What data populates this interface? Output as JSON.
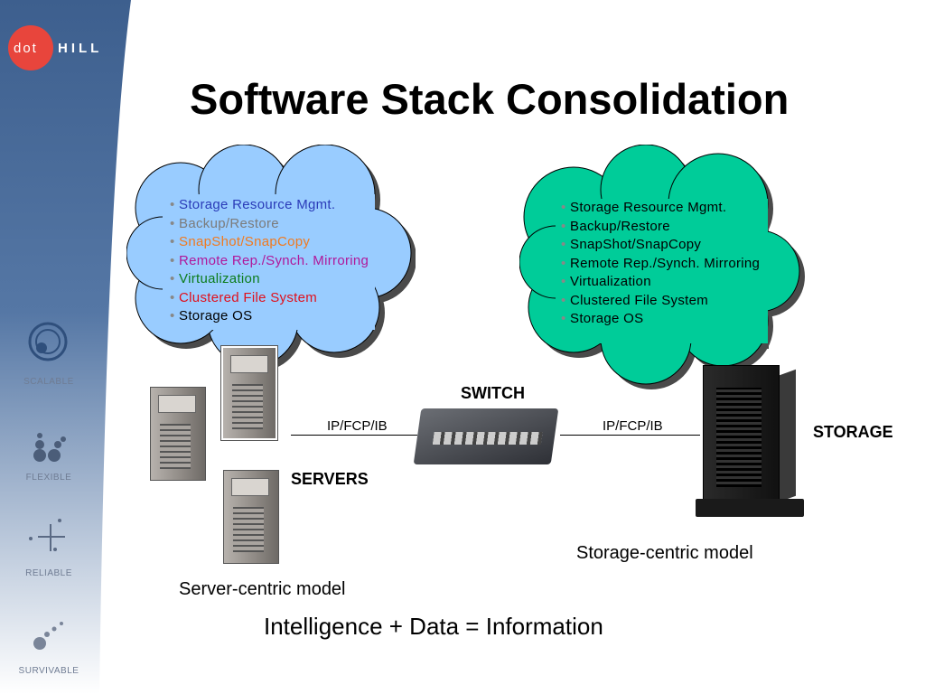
{
  "logo": {
    "dot": "dot",
    "hill": "HILL"
  },
  "sidebar": {
    "items": [
      {
        "label": "SCALABLE",
        "icon": "rings-icon"
      },
      {
        "label": "FLEXIBLE",
        "icon": "spheres-icon"
      },
      {
        "label": "RELIABLE",
        "icon": "star-icon"
      },
      {
        "label": "SURVIVABLE",
        "icon": "comet-icon"
      }
    ]
  },
  "title": "Software Stack Consolidation",
  "left_cloud": {
    "items": [
      {
        "text": "Storage Resource Mgmt.",
        "color": "#2a3bb8"
      },
      {
        "text": "Backup/Restore",
        "color": "#7b7b7b"
      },
      {
        "text": "SnapShot/SnapCopy",
        "color": "#f07a20"
      },
      {
        "text": "Remote Rep./Synch. Mirroring",
        "color": "#b0189a"
      },
      {
        "text": "Virtualization",
        "color": "#0c7c1c"
      },
      {
        "text": "Clustered File System",
        "color": "#e0101c"
      },
      {
        "text": "Storage OS",
        "color": "#000000"
      }
    ],
    "fill": "#99ccff"
  },
  "right_cloud": {
    "items": [
      "Storage Resource Mgmt.",
      "Backup/Restore",
      "SnapShot/SnapCopy",
      "Remote Rep./Synch. Mirroring",
      "Virtualization",
      "Clustered File System",
      "Storage OS"
    ],
    "fill": "#00cc99"
  },
  "labels": {
    "switch": "SWITCH",
    "proto_left": "IP/FCP/IB",
    "proto_right": "IP/FCP/IB",
    "servers": "SERVERS",
    "storage": "STORAGE",
    "storage_model": "Storage-centric model",
    "server_model": "Server-centric model",
    "footer": "Intelligence + Data = Information"
  }
}
